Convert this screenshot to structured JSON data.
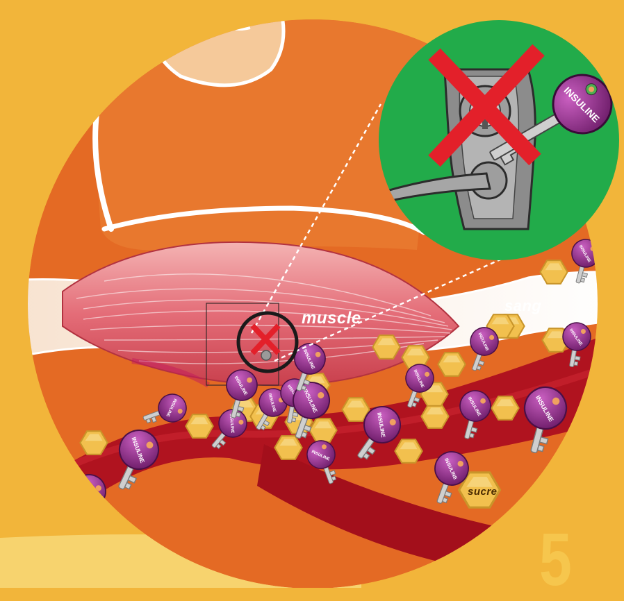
{
  "labels": {
    "muscle": "muscle",
    "blood": "sang",
    "sugar": "sucre"
  },
  "key_text": "INSULINE",
  "step_number": "5",
  "icons": {
    "forbidden_cross": "red-x-icon",
    "lock": "door-lock-icon",
    "key": "insulin-key-icon",
    "glucose": "hexagon-sugar-icon"
  },
  "colors": {
    "background": "#f2b53a",
    "disc": "#e46a24",
    "blood_vessel": "#b0131f",
    "muscle": "#e8838c",
    "lock_backdrop": "#22ab4a",
    "key_head": "#8e2a8a",
    "cross": "#e3202a",
    "sugar": "#f2c04e"
  }
}
